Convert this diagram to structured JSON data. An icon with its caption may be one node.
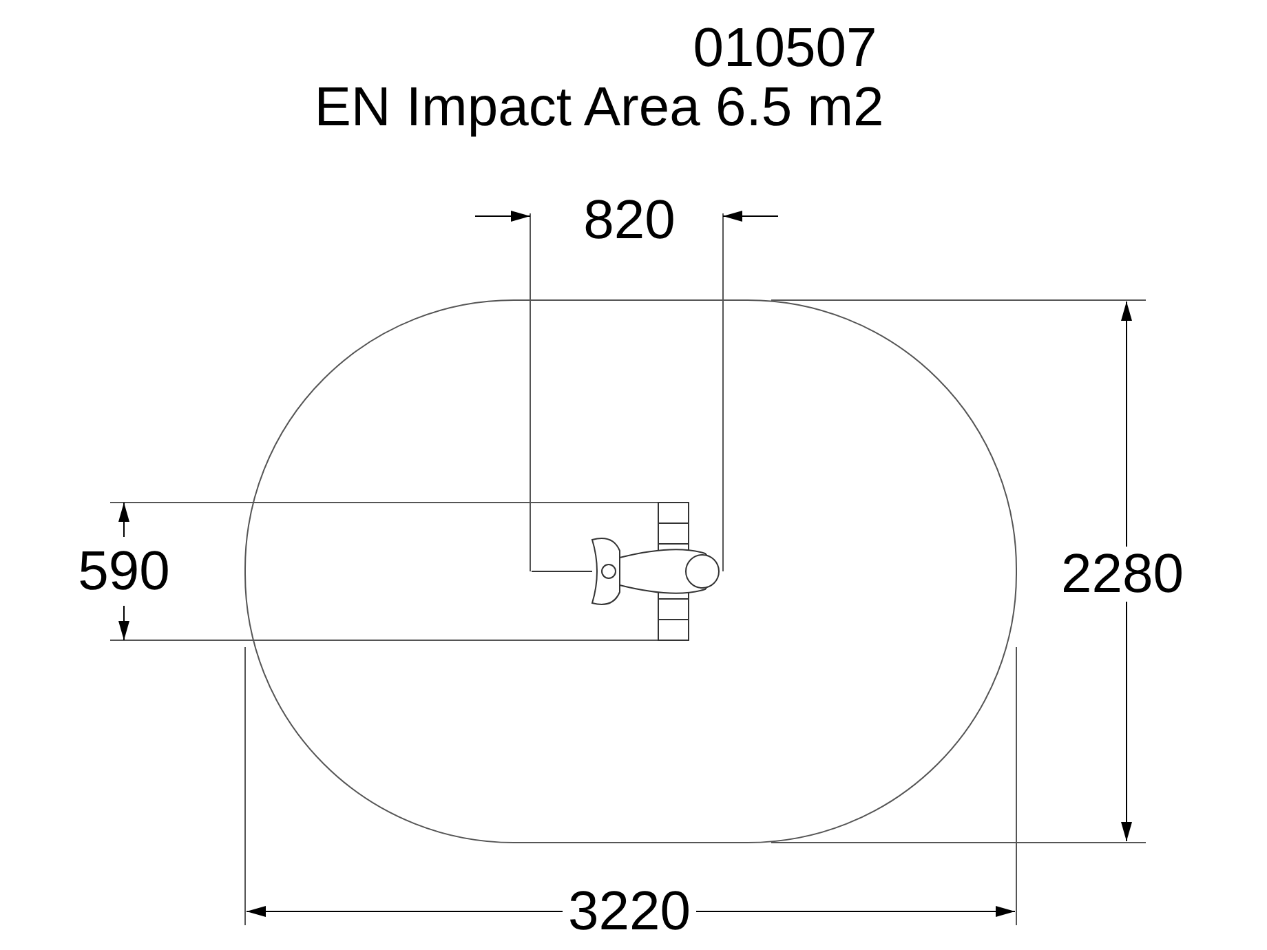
{
  "diagram": {
    "title": "EN Impact Area 6.5 m2",
    "labels": [
      "010507",
      "820",
      "590",
      "2280",
      "3220"
    ]
  }
}
